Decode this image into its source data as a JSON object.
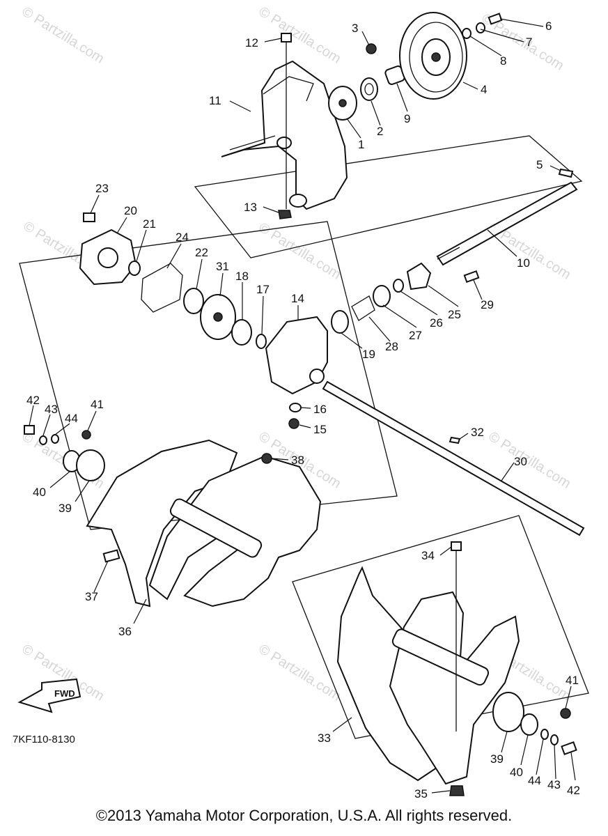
{
  "watermarks": [
    "© Partzilla.com",
    "© Partzilla.com",
    "© Partzilla.com",
    "© Partzilla.com",
    "© Partzilla.com",
    "© Partzilla.com",
    "© Partzilla.com",
    "© Partzilla.com",
    "© Partzilla.com",
    "© Partzilla.com",
    "© Partzilla.com",
    "© Partzilla.com"
  ],
  "callouts": [
    "3",
    "6",
    "7",
    "8",
    "4",
    "9",
    "2",
    "1",
    "12",
    "11",
    "5",
    "13",
    "10",
    "23",
    "20",
    "21",
    "24",
    "22",
    "31",
    "18",
    "17",
    "14",
    "29",
    "25",
    "26",
    "27",
    "28",
    "19",
    "16",
    "15",
    "42",
    "43",
    "44",
    "41",
    "40",
    "39",
    "38",
    "32",
    "30",
    "37",
    "36",
    "34",
    "33",
    "35",
    "41",
    "39",
    "40",
    "44",
    "43",
    "42"
  ],
  "fwd_label": "FWD",
  "diagram_code": "7KF110-8130",
  "copyright": "©2013 Yamaha Motor Corporation, U.S.A. All rights reserved."
}
